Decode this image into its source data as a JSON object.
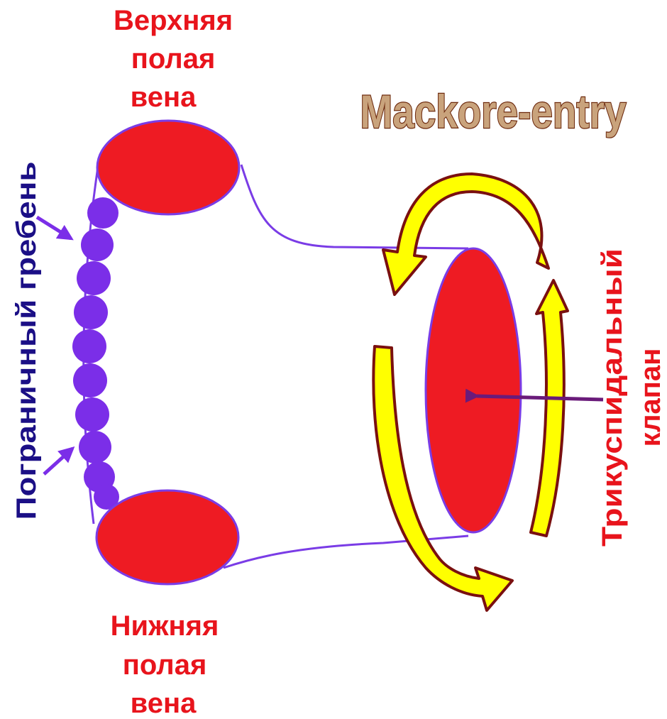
{
  "title": "Mackore-entry",
  "svc": {
    "line1": "Верхняя",
    "line2": "полая",
    "line3": "вена"
  },
  "ivc": {
    "line1": "Нижняя",
    "line2": "полая",
    "line3": "вена"
  },
  "crista": {
    "label": "Пограничный гребень"
  },
  "valve": {
    "line1": "Трикуспидальный",
    "line2": "клапан"
  },
  "colors": {
    "vein_fill": "#ee1b23",
    "outline": "#7a3ce6",
    "crista": "#7b2ee8",
    "arrow_fill": "#ffff00",
    "arrow_stroke": "#7a1010",
    "pointer": "#6a1b7a",
    "red_text": "#e8141c",
    "blue_text": "#1b0f86"
  }
}
